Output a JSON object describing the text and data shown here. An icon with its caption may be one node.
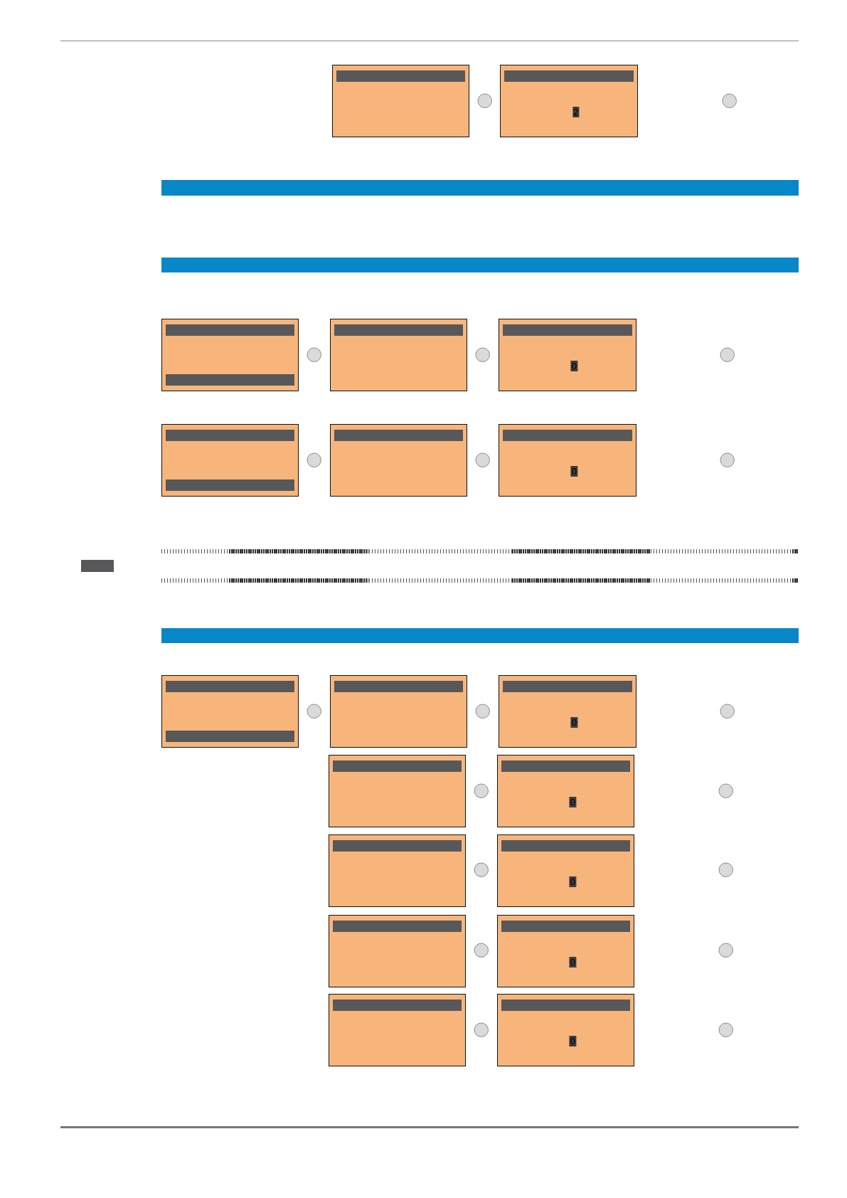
{
  "diagram": {
    "nodes": [
      {
        "text": [],
        "shape": "box"
      },
      {
        "text": [],
        "shape": "circle"
      },
      {
        "text": [
          "2"
        ]
      },
      {
        "text": [],
        "shape": "circle"
      },
      {
        "text": [],
        "shape": "box"
      },
      {
        "text": [],
        "shape": "circle"
      },
      {
        "text": [],
        "shape": "box"
      },
      {
        "text": [],
        "shape": "circle"
      },
      {
        "text": [
          "0"
        ]
      },
      {
        "text": [],
        "shape": "circle"
      },
      {
        "text": [],
        "shape": "box"
      },
      {
        "text": [],
        "shape": "circle"
      },
      {
        "text": [],
        "shape": "box"
      },
      {
        "text": [],
        "shape": "circle"
      },
      {
        "text": [
          "0"
        ]
      },
      {
        "text": [],
        "shape": "circle"
      },
      {
        "text": [],
        "shape": "box"
      },
      {
        "text": [],
        "shape": "circle"
      },
      {
        "text": [],
        "shape": "box"
      },
      {
        "text": [],
        "shape": "circle"
      },
      {
        "text": [
          "0"
        ]
      },
      {
        "text": [],
        "shape": "circle"
      },
      {
        "text": [],
        "shape": "box"
      },
      {
        "text": [],
        "shape": "circle"
      },
      {
        "text": [
          "0"
        ]
      },
      {
        "text": [],
        "shape": "circle"
      },
      {
        "text": [],
        "shape": "box"
      },
      {
        "text": [],
        "shape": "circle"
      },
      {
        "text": [
          "0"
        ]
      },
      {
        "text": [],
        "shape": "circle"
      },
      {
        "text": [],
        "shape": "box"
      },
      {
        "text": [],
        "shape": "circle"
      },
      {
        "text": [
          "0"
        ]
      },
      {
        "text": [],
        "shape": "circle"
      },
      {
        "text": [],
        "shape": "box"
      },
      {
        "text": [],
        "shape": "circle"
      },
      {
        "text": [
          "0"
        ]
      },
      {
        "text": [],
        "shape": "circle"
      }
    ]
  }
}
